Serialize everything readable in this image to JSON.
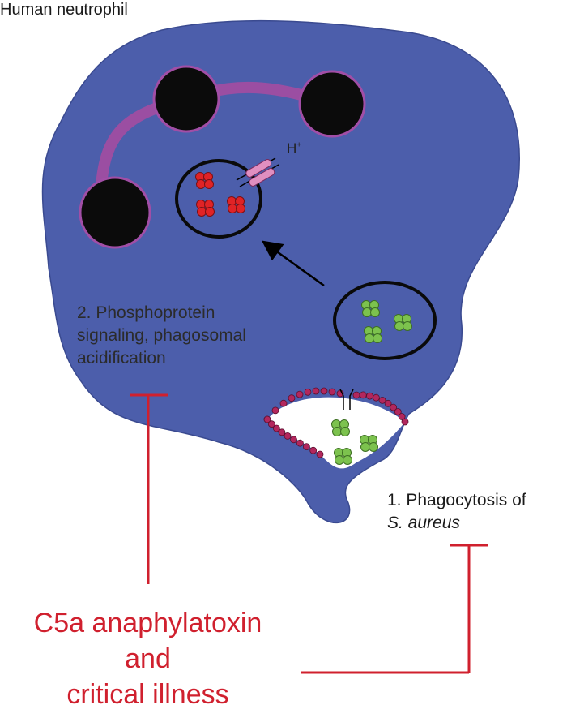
{
  "title": "Human neutrophil",
  "proton_label": {
    "symbol": "H",
    "charge": "+"
  },
  "step_2": {
    "lines": [
      "2. Phosphoprotein",
      "signaling, phagosomal",
      "acidification"
    ]
  },
  "step_1": {
    "prefix": "1. Phagocytosis of",
    "organism": "S. aureus"
  },
  "condition": {
    "lines": [
      "C5a anaphylatoxin",
      "and",
      "critical illness"
    ]
  },
  "colors": {
    "cytoplasm": "#4c5eab",
    "nucleus": "#0b0b0b",
    "nucleus_bridge": "#9b4ea2",
    "acidified_bacteria": "#e02326",
    "internalized_bacteria": "#7cc24e",
    "membrane_receptor_beads": "#b2275d",
    "inhibition_bar": "#d0202e"
  },
  "icons": [
    "proton-pump-icon",
    "fc-receptor-icon",
    "inhibition-bar-icon",
    "arrow-icon"
  ]
}
